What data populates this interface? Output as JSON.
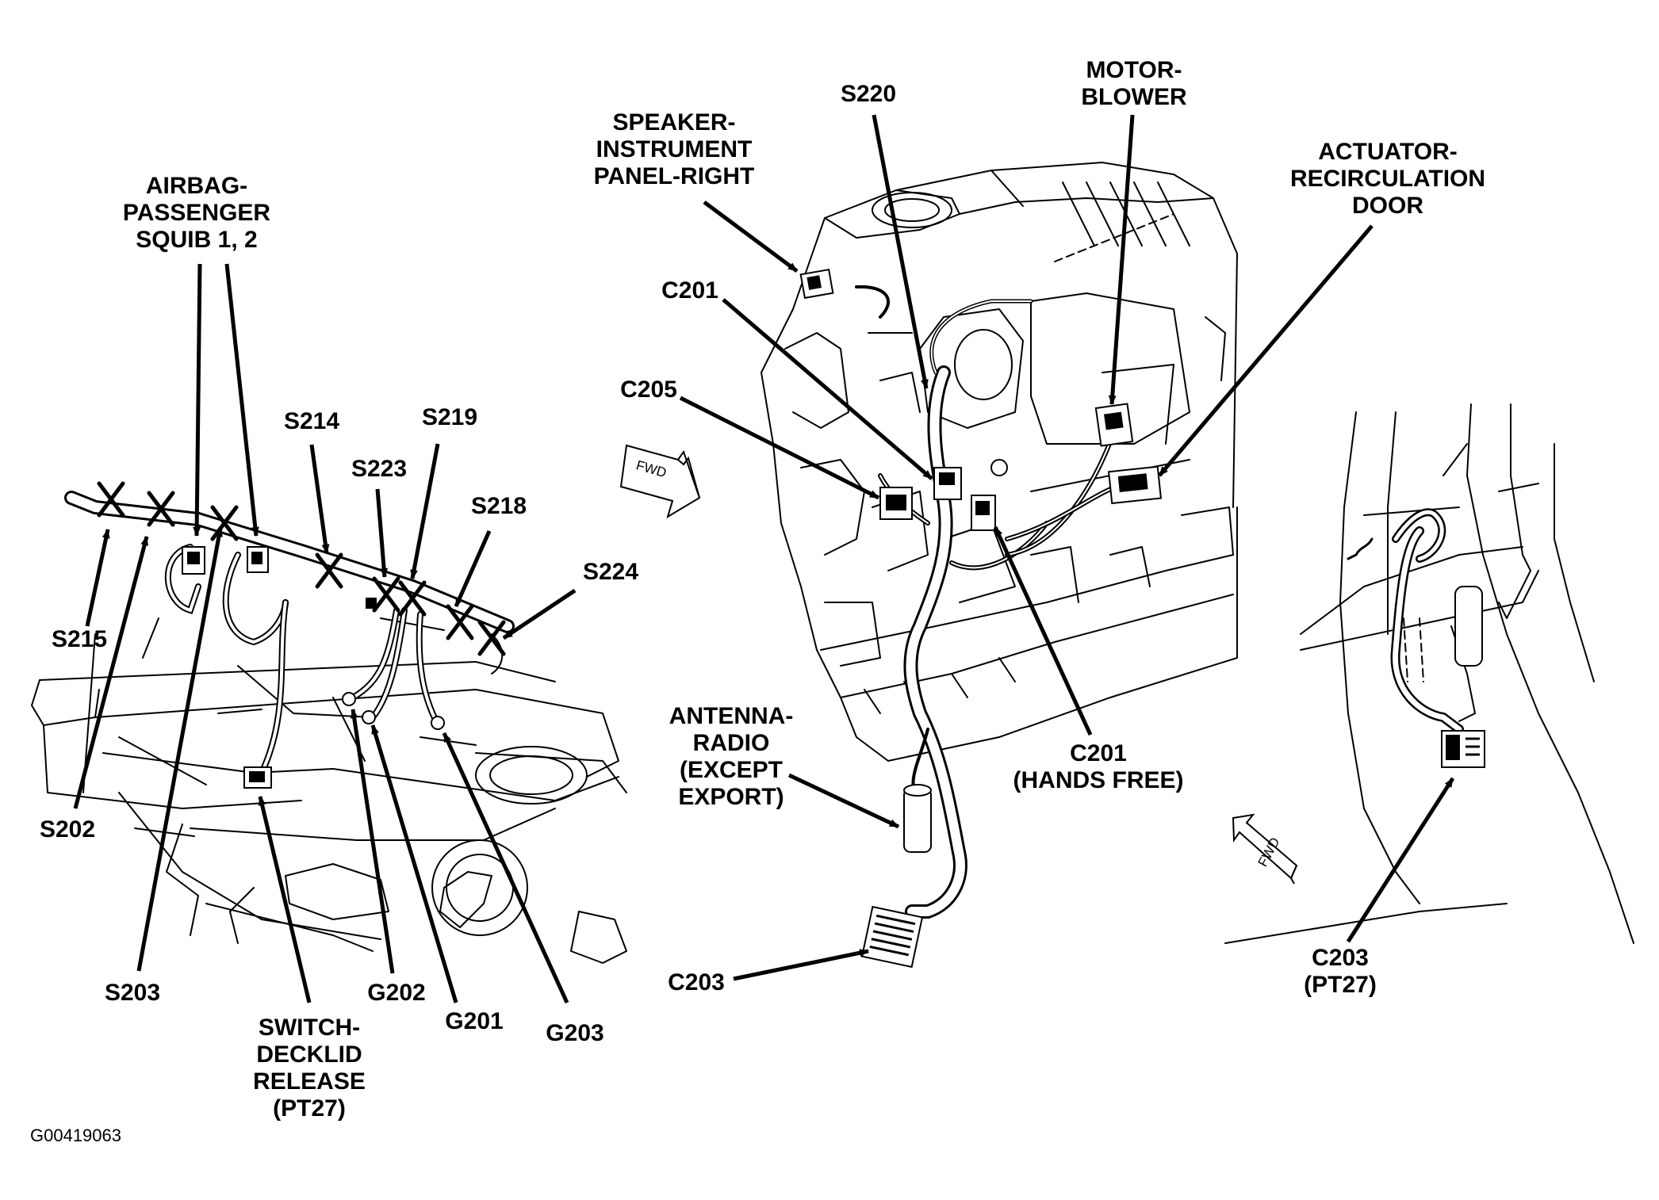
{
  "labels": {
    "airbag": [
      "AIRBAG-",
      "PASSENGER",
      "SQUIB 1, 2"
    ],
    "s214": "S214",
    "s219": "S219",
    "s223": "S223",
    "s218": "S218",
    "s224": "S224",
    "s215": "S215",
    "s202": "S202",
    "s203": "S203",
    "switch": [
      "SWITCH-",
      "DECKLID",
      "RELEASE",
      "(PT27)"
    ],
    "g202": "G202",
    "g201": "G201",
    "g203": "G203",
    "speaker": [
      "SPEAKER-",
      "INSTRUMENT",
      "PANEL-RIGHT"
    ],
    "s220": "S220",
    "motor": [
      "MOTOR-",
      "BLOWER"
    ],
    "actuator": [
      "ACTUATOR-",
      "RECIRCULATION",
      "DOOR"
    ],
    "c201": "C201",
    "c205": "C205",
    "antenna": [
      "ANTENNA-",
      "RADIO",
      "(EXCEPT",
      "EXPORT)"
    ],
    "c201hf": [
      "C201",
      "(HANDS FREE)"
    ],
    "c203": "C203",
    "c203pt": [
      "C203",
      "(PT27)"
    ]
  },
  "fwd_text": "FWD",
  "figure_id": "G00419063"
}
